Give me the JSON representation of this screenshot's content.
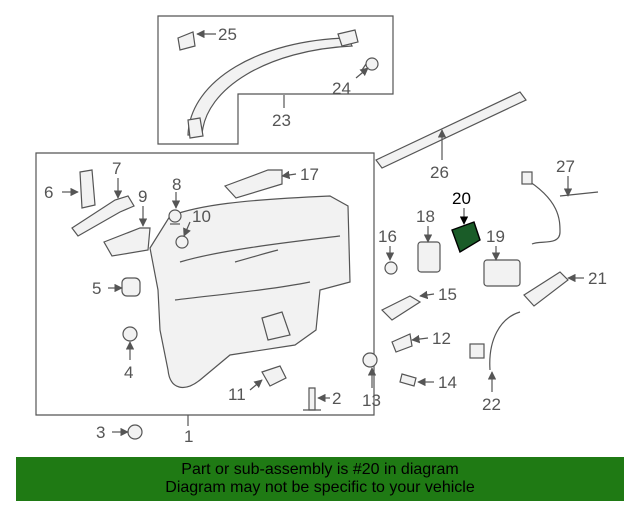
{
  "diagram": {
    "callouts": [
      "25",
      "24",
      "23",
      "26",
      "27",
      "20",
      "7",
      "8",
      "6",
      "9",
      "10",
      "17",
      "18",
      "16",
      "19",
      "5",
      "15",
      "21",
      "12",
      "4",
      "11",
      "2",
      "14",
      "13",
      "22",
      "3",
      "1"
    ],
    "highlighted_part": "20"
  },
  "banner": {
    "line1": "Part or sub-assembly is #20 in diagram",
    "line2": "Diagram may not be specific to your vehicle",
    "color": "#1f7a14"
  }
}
